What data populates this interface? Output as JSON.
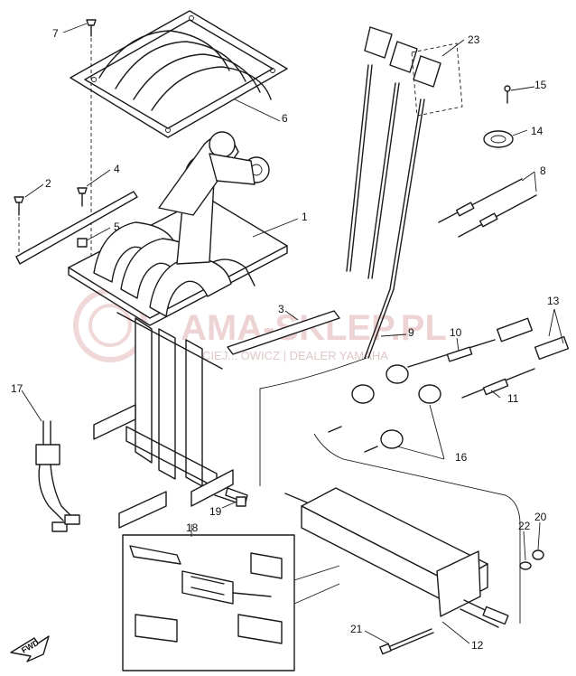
{
  "watermark": {
    "brand": "AMA-SKLEP.PL",
    "dealer": "KUCIEJ... OWICZ | DEALER YAMAHA",
    "color": "#d9a0a0"
  },
  "fwd_label": "FWD",
  "callouts": [
    {
      "id": "c1",
      "num": "1"
    },
    {
      "id": "c2",
      "num": "2"
    },
    {
      "id": "c3",
      "num": "3"
    },
    {
      "id": "c4",
      "num": "4"
    },
    {
      "id": "c5",
      "num": "5"
    },
    {
      "id": "c6",
      "num": "6"
    },
    {
      "id": "c7",
      "num": "7"
    },
    {
      "id": "c8",
      "num": "8"
    },
    {
      "id": "c9",
      "num": "9"
    },
    {
      "id": "c10",
      "num": "10"
    },
    {
      "id": "c11",
      "num": "11"
    },
    {
      "id": "c12",
      "num": "12"
    },
    {
      "id": "c13",
      "num": "13"
    },
    {
      "id": "c14",
      "num": "14"
    },
    {
      "id": "c15",
      "num": "15"
    },
    {
      "id": "c16",
      "num": "16"
    },
    {
      "id": "c17",
      "num": "17"
    },
    {
      "id": "c18",
      "num": "18"
    },
    {
      "id": "c19",
      "num": "19"
    },
    {
      "id": "c20",
      "num": "20"
    },
    {
      "id": "c21",
      "num": "21"
    },
    {
      "id": "c22",
      "num": "22"
    },
    {
      "id": "c23",
      "num": "23"
    }
  ]
}
